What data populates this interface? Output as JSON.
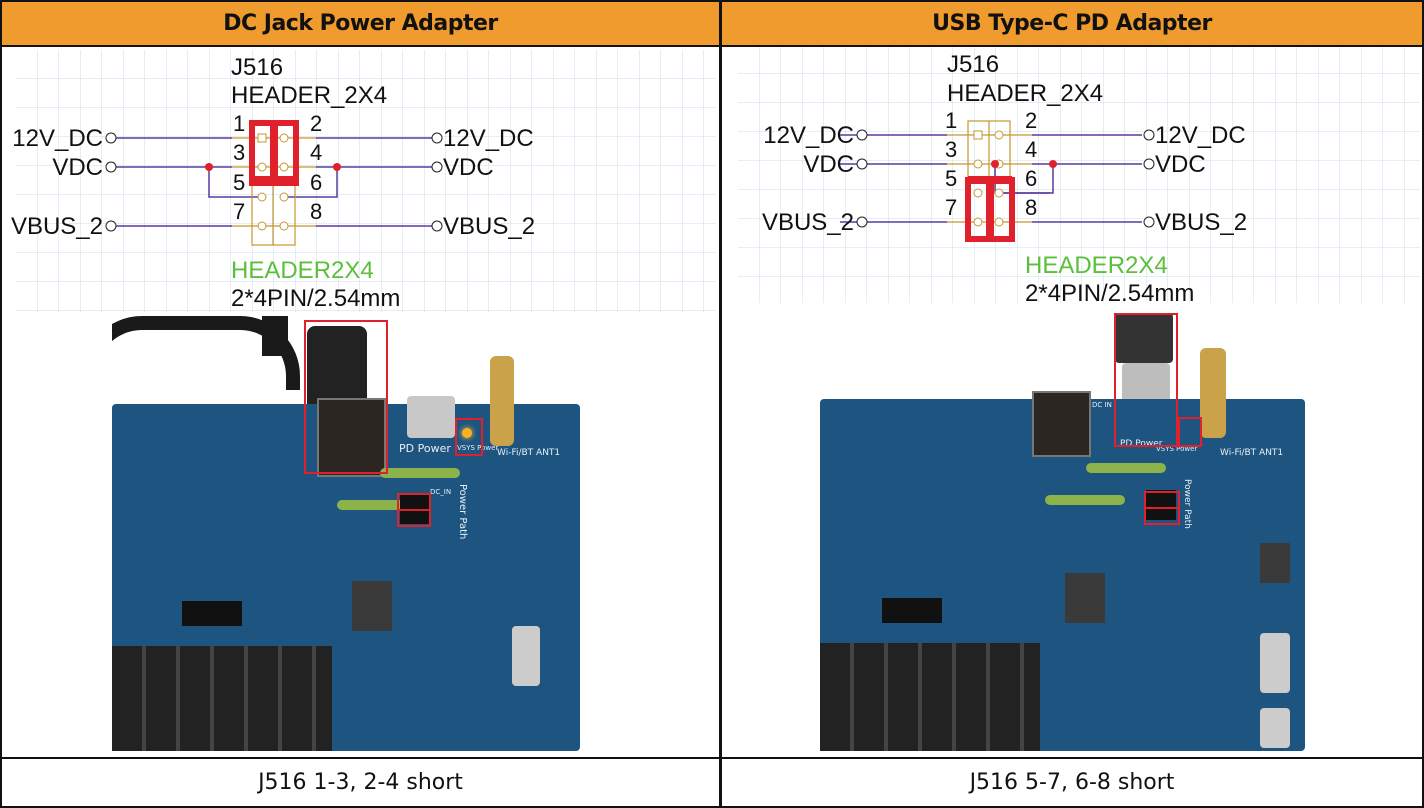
{
  "columns": [
    {
      "header": "DC Jack Power Adapter",
      "schematic": {
        "ref": "J516",
        "part": "HEADER_2X4",
        "footprint_name": "HEADER2X4",
        "footprint_desc": "2*4PIN/2.54mm",
        "pins": [
          "1",
          "2",
          "3",
          "4",
          "5",
          "6",
          "7",
          "8"
        ],
        "nets": {
          "left": [
            "12V_DC",
            "VDC",
            "VBUS_2"
          ],
          "right": [
            "12V_DC",
            "VDC",
            "VBUS_2"
          ]
        },
        "shorted_pins": "1-3, 2-4"
      },
      "photo": {
        "labels": {
          "pd_power": "PD Power",
          "vsys": "VSYS Power",
          "antenna": "Wi-Fi/BT ANT1",
          "power_path": "Power Path",
          "dc_in": "DC_IN"
        }
      },
      "footer": "J516 1-3, 2-4 short"
    },
    {
      "header": "USB Type-C PD Adapter",
      "schematic": {
        "ref": "J516",
        "part": "HEADER_2X4",
        "footprint_name": "HEADER2X4",
        "footprint_desc": "2*4PIN/2.54mm",
        "pins": [
          "1",
          "2",
          "3",
          "4",
          "5",
          "6",
          "7",
          "8"
        ],
        "nets": {
          "left": [
            "12V_DC",
            "VDC",
            "VBUS_2"
          ],
          "right": [
            "12V_DC",
            "VDC",
            "VBUS_2"
          ]
        },
        "shorted_pins": "5-7, 6-8"
      },
      "photo": {
        "labels": {
          "pd_power": "PD Power",
          "vsys": "VSYS Power",
          "antenna": "Wi-Fi/BT ANT1",
          "power_path": "Power Path",
          "dc_in": "DC IN"
        }
      },
      "footer": "J516 5-7, 6-8 short"
    }
  ],
  "colors": {
    "header_bg": "#f09b2e",
    "highlight": "#e0202a",
    "wire": "#5a3aa0",
    "header_outline": "#c8962e",
    "footprint_text": "#5cbf3c",
    "pcb": "#1d5580"
  }
}
